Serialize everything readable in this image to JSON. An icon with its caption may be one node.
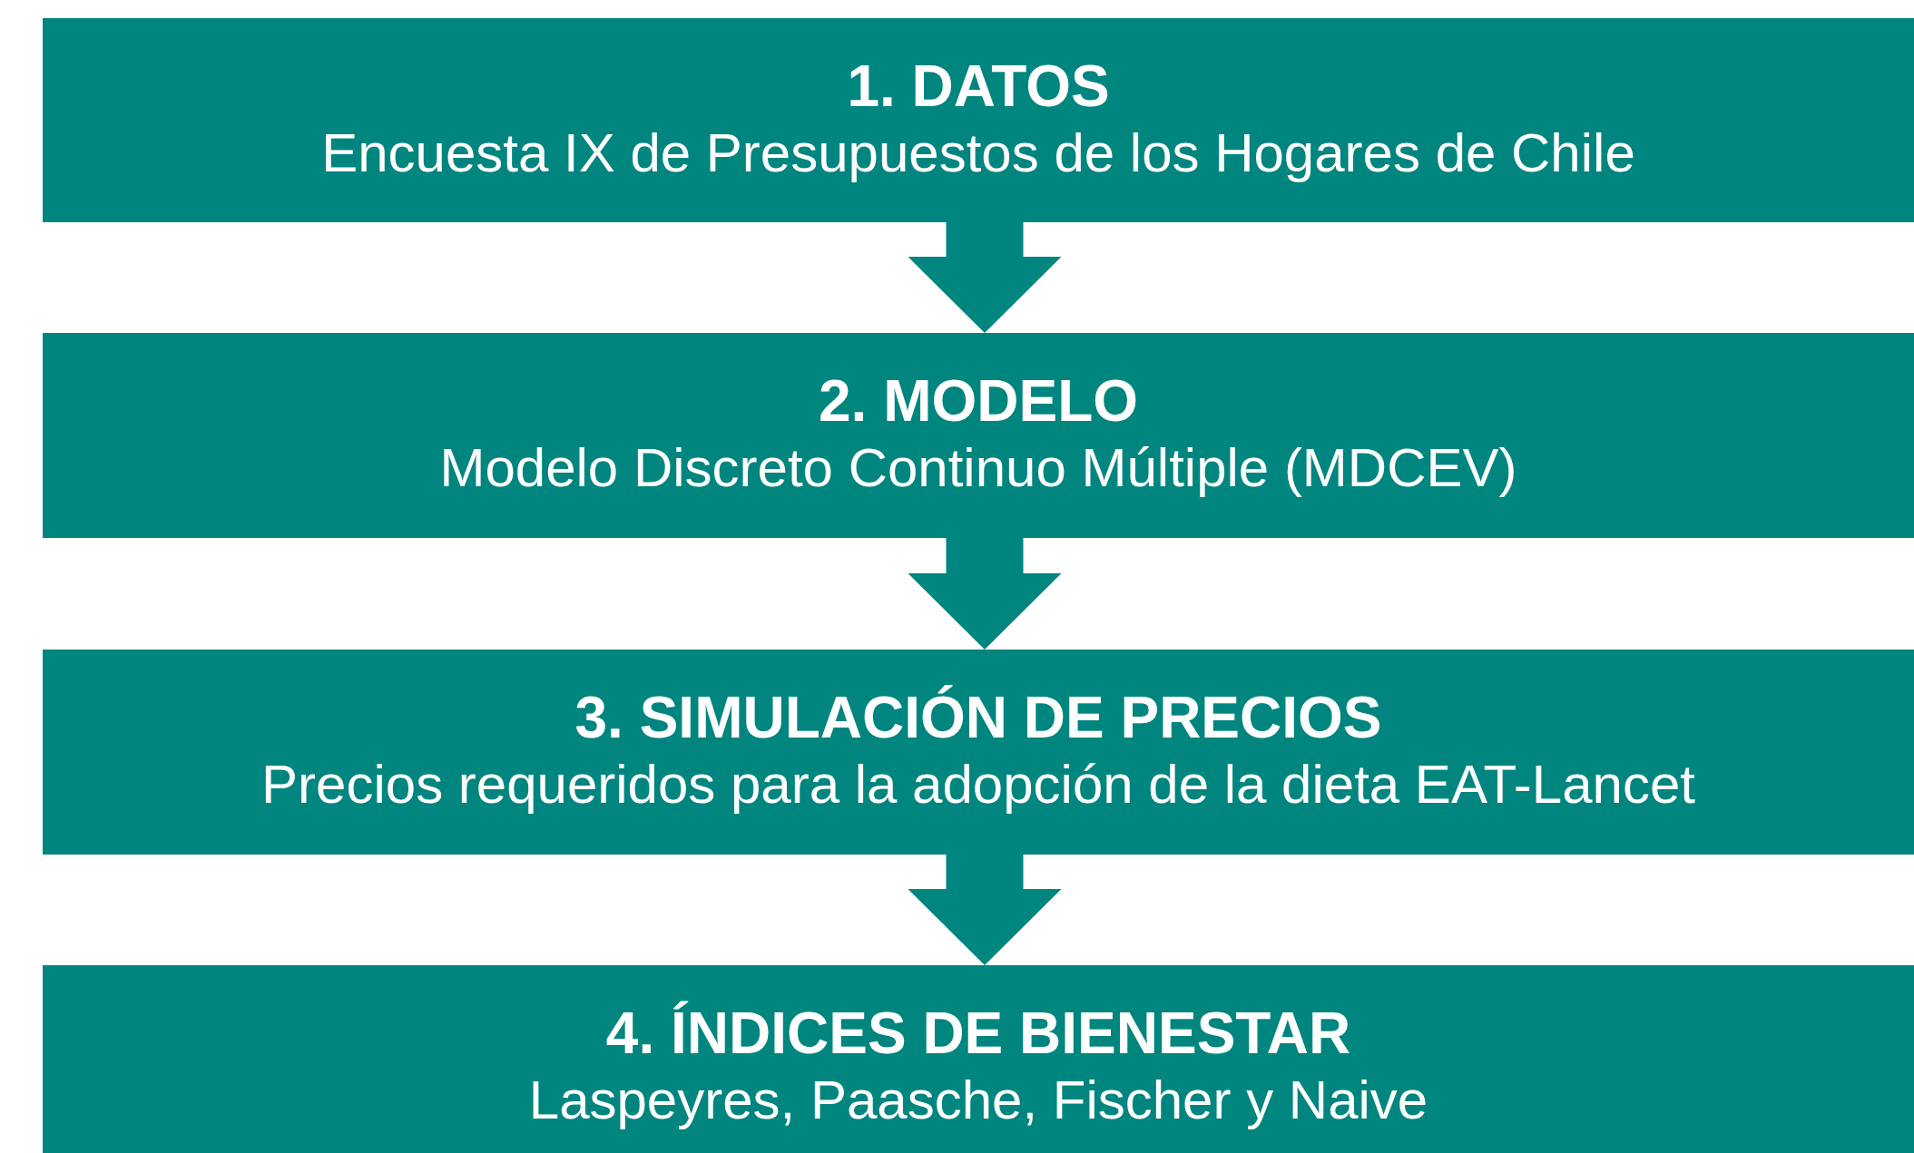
{
  "diagram": {
    "nodes": [
      {
        "text": [
          "1. DATOS",
          "Encuesta IX de Presupuestos de los Hogares de Chile"
        ]
      },
      {
        "text": [
          "2. MODELO",
          "Modelo Discreto Continuo Múltiple (MDCEV)"
        ]
      },
      {
        "text": [
          "3. SIMULACIÓN DE PRECIOS",
          "Precios requeridos para la adopción de la dieta EAT-Lancet"
        ]
      },
      {
        "text": [
          "4. ÍNDICES DE BIENESTAR",
          "Laspeyres, Paasche, Fischer y Naive"
        ]
      }
    ],
    "edges": [
      {
        "from": 0,
        "to": 1,
        "arrow": "to"
      },
      {
        "from": 1,
        "to": 2,
        "arrow": "to"
      },
      {
        "from": 2,
        "to": 3,
        "arrow": "to"
      }
    ]
  }
}
